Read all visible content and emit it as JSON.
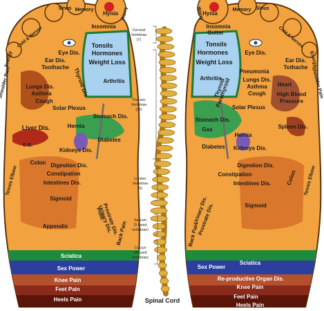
{
  "colors": {
    "sole": "#f2a23e",
    "sole_dark": "#d9832a",
    "outline": "#5a3410",
    "throat_zone": "#a8d2f0",
    "green_zone": "#3aa050",
    "green_dark": "#1f7a36",
    "sciatica": "#1e8a3c",
    "sex_power": "#2a3f9e",
    "knee_pain": "#b4502c",
    "feet_pain": "#8a2a1a",
    "heels_pain": "#5a1408",
    "spine": "#e0b040",
    "label": "#1a1a1a"
  },
  "spine": {
    "cervical": "Cervical\nVertebrae\n(7)",
    "thoracic": "Thoracic\nVertebrae\n(12)",
    "lumbar": "Lumber\nVertebrae\n(5)",
    "sacrum": "Sacrum\n(5 fused\nvertebrae)",
    "coccyx": "Coccyx\n(4Fused\nvertebrae)",
    "title": "Spinal Cord"
  },
  "left_foot": {
    "labels": [
      "Sinus",
      "Memory",
      "Hynia",
      "Worry",
      "Insomnia",
      "Cold & Nerves",
      "Energy",
      "Eye Dis.",
      "Ear Dis.",
      "Toothache",
      "Tonsils",
      "Hormones",
      "Weight Loss",
      "Shoulder Pain",
      "Lungs Dis.",
      "Asthma",
      "Cough",
      "Thyroid Dis",
      "Arthritis",
      "Solar Plexus",
      "Stomach Dis.",
      "Liver Dis.",
      "G.B.",
      "Hernia",
      "Diabetes",
      "Kidneys Dis.",
      "Tennis Elbow",
      "Digestion Dis.",
      "Constipation",
      "Intestines Dis.",
      "Colon",
      "Sigmoid",
      "Appendix",
      "Polio",
      "Urinary Dis.",
      "Prostrate Dis.",
      "Back Pain",
      "Sciatica",
      "Sex Power",
      "Knee Pain",
      "Feet Pain",
      "Heels Pain"
    ]
  },
  "right_foot": {
    "labels": [
      "Worry",
      "Hynia",
      "Memory",
      "Sinus",
      "Insomnia",
      "Cold & Nerves",
      "Energy",
      "Goiter",
      "Eye Dis.",
      "Ear Dis.",
      "Tothache",
      "Tonsils",
      "Hormones",
      "Weight Loss",
      "Shoulder Pain",
      "Pneumonia",
      "Lungs Dis.",
      "Asthma",
      "Cough",
      "Heart",
      "High Blood",
      "Pressure",
      "Arthritis",
      "Thyroid",
      "Parathyroid",
      "Solar Plexus",
      "Stomach Dis.",
      "Gas",
      "Spleen Dis.",
      "Hernia",
      "Diabetes",
      "Kidneys Dis.",
      "Tennis Elbow",
      "Digestion Dis.",
      "Constipation",
      "Intestines Dis.",
      "Colon",
      "Sigmoid",
      "Urinary Dis.",
      "Prostrate Dis.",
      "Back Pain",
      "Sciatica",
      "Sex Power",
      "Re-productive Organ Dis.",
      "Knee Pain",
      "Feet Pain",
      "Heels Pain"
    ]
  }
}
